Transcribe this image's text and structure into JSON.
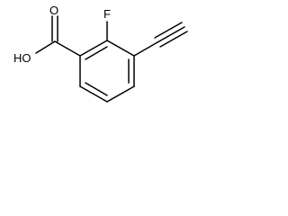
{
  "molecule": {
    "atoms": {
      "hydroxyl": "HO",
      "carbonyl_oxygen": "O",
      "fluorine": "F"
    }
  }
}
